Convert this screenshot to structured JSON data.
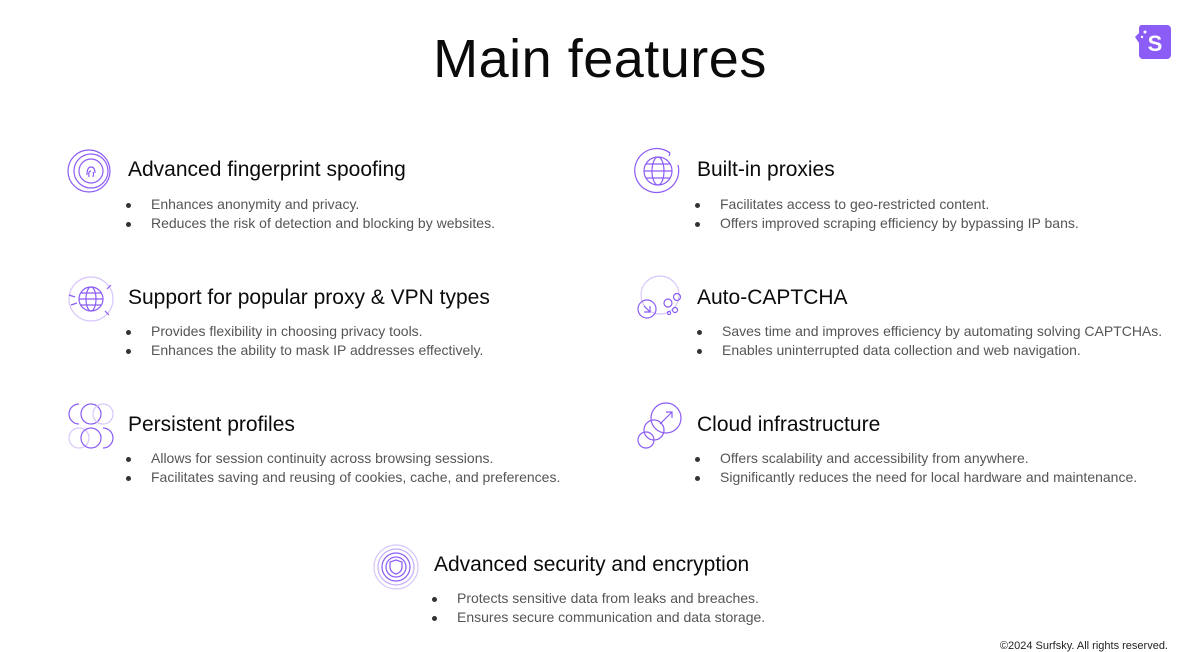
{
  "title": "Main features",
  "brand": {
    "accent": "#8b5cf6",
    "logo_letter": "S"
  },
  "features": [
    {
      "title": "Advanced fingerprint spoofing",
      "icon": "fingerprint-icon",
      "bullets": [
        "Enhances anonymity and privacy.",
        "Reduces the risk of detection and blocking by websites."
      ]
    },
    {
      "title": "Built-in proxies",
      "icon": "globe-icon",
      "bullets": [
        "Facilitates access to geo-restricted content.",
        "Offers improved scraping efficiency by bypassing IP bans."
      ]
    },
    {
      "title": "Support for popular proxy & VPN types",
      "icon": "network-globe-icon",
      "bullets": [
        "Provides flexibility in choosing privacy tools.",
        "Enhances the ability to mask IP addresses effectively."
      ]
    },
    {
      "title": "Auto-CAPTCHA",
      "icon": "captcha-bubbles-icon",
      "bullets": [
        "Saves time and improves efficiency by automating solving CAPTCHAs.",
        "Enables uninterrupted data collection and web navigation."
      ]
    },
    {
      "title": "Persistent profiles",
      "icon": "circles-grid-icon",
      "bullets": [
        "Allows for session continuity across browsing sessions.",
        "Facilitates saving and reusing of cookies, cache, and preferences."
      ]
    },
    {
      "title": "Cloud infrastructure",
      "icon": "cloud-circles-icon",
      "bullets": [
        "Offers scalability and accessibility from anywhere.",
        "Significantly reduces the need for local hardware and maintenance."
      ]
    },
    {
      "title": "Advanced security and encryption",
      "icon": "shield-icon",
      "bullets": [
        "Protects sensitive data from leaks and breaches.",
        "Ensures secure communication and data storage."
      ]
    }
  ],
  "footer": "©2024 Surfsky. All rights reserved."
}
